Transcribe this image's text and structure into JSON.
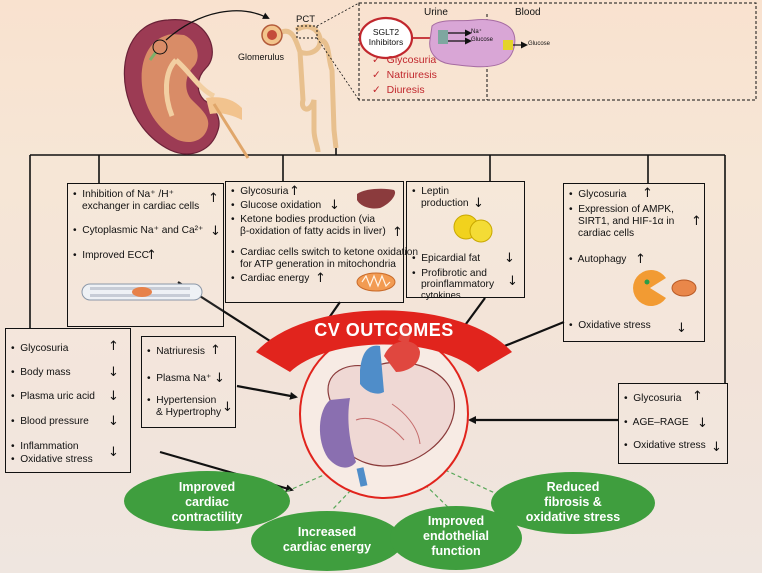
{
  "top": {
    "pct": "PCT",
    "glomerulus": "Glomerulus",
    "urine": "Urine",
    "blood": "Blood",
    "sglt2": [
      "SGLT2",
      "Inhibitors"
    ],
    "na": "Na⁺",
    "glucose_in": "Glucose",
    "glucose_out": "Glucose",
    "effects": [
      "Glycosuria",
      "Natriuresis",
      "Diuresis"
    ],
    "check": "✓"
  },
  "arrows": {
    "up": "↑",
    "down": "↓"
  },
  "box1": {
    "items": [
      "Inhibition of Na⁺ /H⁺",
      "exchanger in cardiac cells",
      "Cytoplasmic Na⁺ and Ca²⁺",
      "Improved ECC"
    ]
  },
  "box2": {
    "items": [
      "Glycosuria",
      "Glucose oxidation",
      "Ketone bodies production (via",
      "β-oxidation of fatty acids in liver)",
      "Cardiac cells switch to ketone oxidation",
      "for ATP generation in mitochondria",
      "Cardiac energy"
    ]
  },
  "box3": {
    "items": [
      "Leptin",
      "production",
      "Epicardial fat",
      "Profibrotic and",
      "proinflammatory",
      "cytokines"
    ]
  },
  "box4": {
    "items": [
      "Glycosuria",
      "Expression of AMPK,",
      "SIRT1, and HIF-1α in",
      "cardiac cells",
      "Autophagy",
      "Oxidative stress"
    ]
  },
  "box5": {
    "items": [
      "Glycosuria",
      "Body mass",
      "Plasma uric acid",
      "Blood pressure",
      "Inflammation",
      "Oxidative stress"
    ]
  },
  "box6": {
    "items": [
      "Natriuresis",
      "Plasma Na⁺",
      "Hypertension",
      "& Hypertrophy"
    ]
  },
  "box7": {
    "items": [
      "Glycosuria",
      "AGE–RAGE",
      "Oxidative stress"
    ]
  },
  "center": {
    "title": "CV OUTCOMES"
  },
  "outcomes": [
    [
      "Improved",
      "cardiac",
      "contractility"
    ],
    [
      "Increased",
      "cardiac energy"
    ],
    [
      "Improved",
      "endothelial",
      "function"
    ],
    [
      "Reduced",
      "fibrosis &",
      "oxidative stress"
    ]
  ],
  "colors": {
    "red": "#e1241d",
    "green": "#3f9e3e",
    "bg": "#f6e4d4"
  }
}
